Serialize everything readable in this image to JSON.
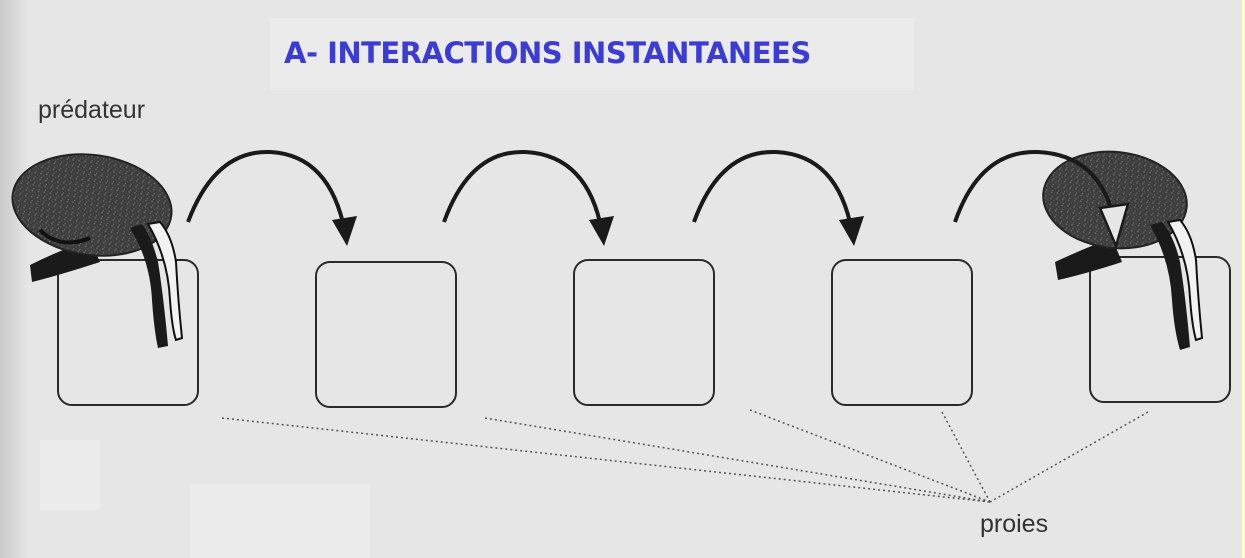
{
  "diagram": {
    "title": "A- INTERACTIONS INSTANTANEES",
    "predator_label": "prédateur",
    "prey_label": "proies",
    "prey_count": 5,
    "arrow_count": 4
  },
  "colors": {
    "title": "#3b3bd6",
    "background": "#e6e6e6",
    "slide_border": "#ffffcc",
    "ink": "#1a1a1a"
  },
  "icons": {
    "predator": "water-bug-predator-icon",
    "arrow": "curved-arrow-icon"
  }
}
